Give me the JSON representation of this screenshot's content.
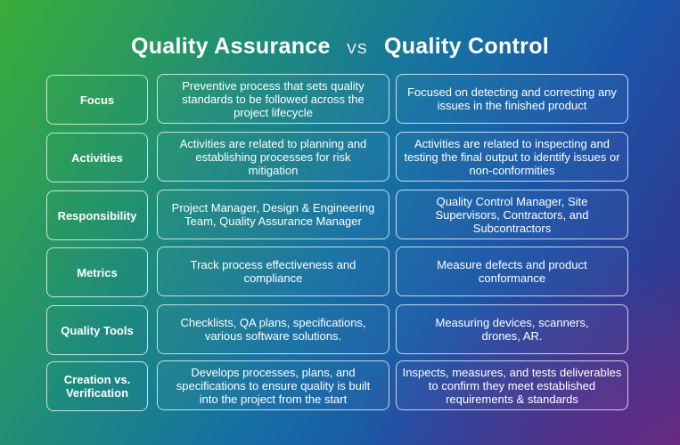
{
  "title": {
    "left": "Quality Assurance",
    "vs": "VS",
    "right": "Quality Control"
  },
  "rows": [
    {
      "label": "Focus",
      "qa": "Preventive process that sets quality standards to be followed across the project lifecycle",
      "qc": "Focused on detecting and correcting any issues in the finished product"
    },
    {
      "label": "Activities",
      "qa": "Activities are related to planning and establishing processes for risk mitigation",
      "qc": "Activities are related to inspecting and testing the final output to identify issues or non-conformities"
    },
    {
      "label": "Responsibility",
      "qa": "Project Manager, Design & Engineering Team, Quality Assurance Manager",
      "qc": "Quality Control Manager, Site Supervisors, Contractors, and Subcontractors"
    },
    {
      "label": "Metrics",
      "qa": "Track process effectiveness and compliance",
      "qc": "Measure defects and product conformance"
    },
    {
      "label": "Quality Tools",
      "qa": "Checklists, QA plans, specifications, various software solutions.",
      "qc": "Measuring devices, scanners, drones, AR."
    },
    {
      "label": "Creation vs. Verification",
      "qa": "Develops processes, plans, and specifications to ensure quality is built into the project from the start",
      "qc": "Inspects, measures, and tests deliverables to confirm they meet established requirements & standards"
    }
  ],
  "colors": {
    "gradient_top_left": "#3aad3a",
    "gradient_mid": "#1570a4",
    "gradient_bottom_right": "#6e2882",
    "border": "#ffffff",
    "text": "#ffffff"
  }
}
